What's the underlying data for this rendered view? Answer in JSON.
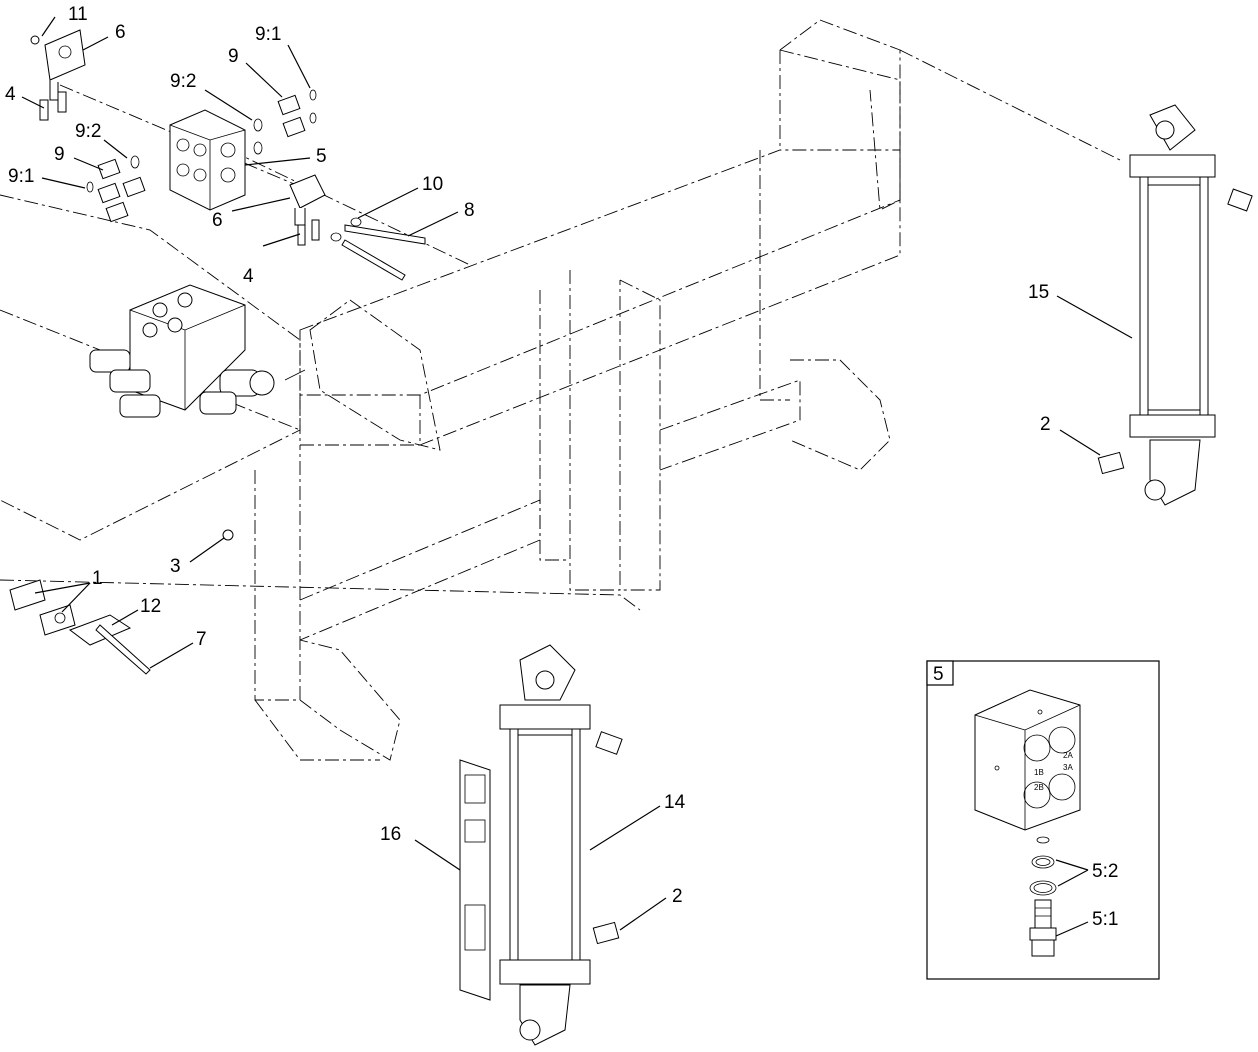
{
  "callouts": [
    {
      "id": "c11",
      "text": "11"
    },
    {
      "id": "c6a",
      "text": "6"
    },
    {
      "id": "c4a",
      "text": "4"
    },
    {
      "id": "c9a",
      "text": "9"
    },
    {
      "id": "c91a",
      "text": "9:1"
    },
    {
      "id": "c92a",
      "text": "9:2"
    },
    {
      "id": "c92b",
      "text": "9:2"
    },
    {
      "id": "c9b",
      "text": "9"
    },
    {
      "id": "c91b",
      "text": "9:1"
    },
    {
      "id": "c5",
      "text": "5"
    },
    {
      "id": "c10",
      "text": "10"
    },
    {
      "id": "c8",
      "text": "8"
    },
    {
      "id": "c6b",
      "text": "6"
    },
    {
      "id": "c4b",
      "text": "4"
    },
    {
      "id": "c15",
      "text": "15"
    },
    {
      "id": "c2a",
      "text": "2"
    },
    {
      "id": "c3",
      "text": "3"
    },
    {
      "id": "c1",
      "text": "1"
    },
    {
      "id": "c12",
      "text": "12"
    },
    {
      "id": "c7",
      "text": "7"
    },
    {
      "id": "c14",
      "text": "14"
    },
    {
      "id": "c16",
      "text": "16"
    },
    {
      "id": "c2b",
      "text": "2"
    }
  ],
  "detail": {
    "box_label": "5",
    "ports": [
      "1B",
      "2B",
      "2A",
      "3A"
    ],
    "callouts": [
      {
        "id": "d52",
        "text": "5:2"
      },
      {
        "id": "d51",
        "text": "5:1"
      }
    ]
  }
}
